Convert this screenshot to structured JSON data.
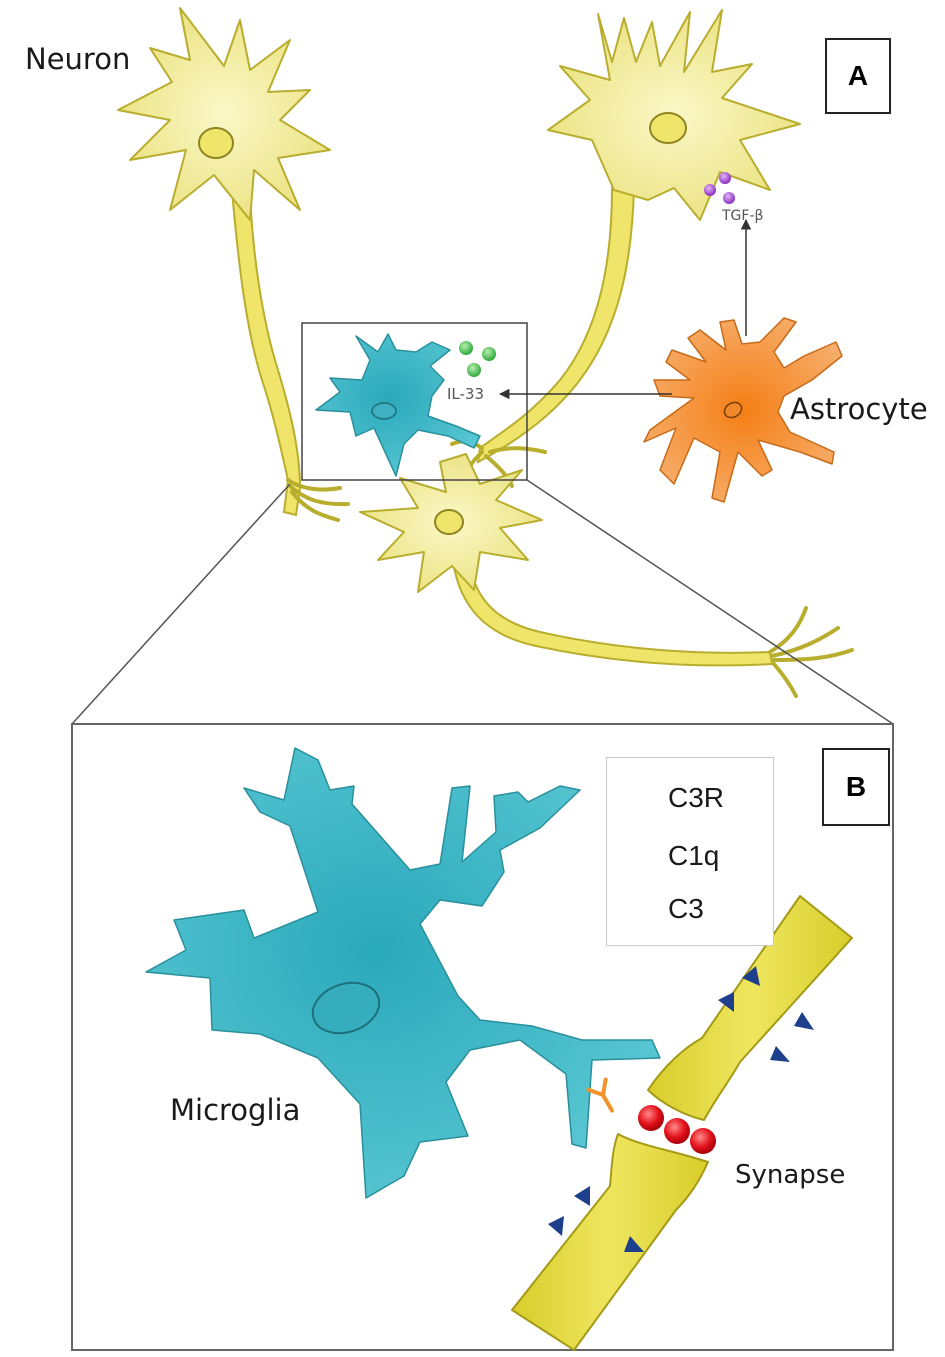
{
  "labels": {
    "neuron": "Neuron",
    "astrocyte": "Astrocyte",
    "microglia": "Microglia",
    "synapse": "Synapse",
    "il33": "IL-33",
    "tgfb": "TGF-β"
  },
  "panels": {
    "a": "A",
    "b": "B"
  },
  "legend": {
    "items": [
      {
        "label": "C3R",
        "icon": "receptor-icon",
        "color": "#f0932b"
      },
      {
        "label": "C1q",
        "icon": "triangle-icon",
        "color": "#1d3f8c"
      },
      {
        "label": "C3",
        "icon": "circle-icon",
        "color": "#e3121b"
      }
    ]
  },
  "colors": {
    "neuron": "#f2ec8c",
    "neuron_stroke": "#b9ad2e",
    "microglia": "#3cb8c8",
    "microglia_stroke": "#2a8f9c",
    "astrocyte": "#f39237",
    "astrocyte_stroke": "#c76a18",
    "il33_dots": "#43c24a",
    "tgfb_dots": "#a645d8",
    "synapse": "#e4da3a",
    "synapse_stroke": "#a59a16"
  }
}
